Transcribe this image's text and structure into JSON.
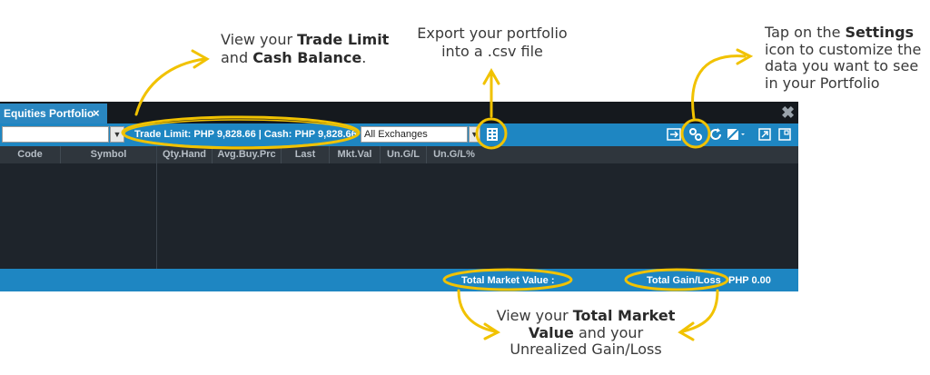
{
  "callouts": {
    "trade": {
      "l1a": "View your ",
      "l1b": "Trade Limit",
      "l2a": "and ",
      "l2b": "Cash Balance",
      "l2c": "."
    },
    "export": {
      "l1": "Export your portfolio",
      "l2": "into a .csv file"
    },
    "settings": {
      "l1a": "Tap on the ",
      "l1b": "Settings",
      "l2": "icon to customize the",
      "l3": "data you want to see",
      "l4": "in your Portfolio"
    },
    "totals": {
      "l1a": "View your ",
      "l1b": "Total Market",
      "l2a": "Value",
      "l2b": " and your",
      "l3": "Unrealized Gain/Loss"
    }
  },
  "app": {
    "tab_label": "Equities Portfolio",
    "tab_close": "×",
    "window_close": "✖",
    "toolbar": {
      "symbol_value": "",
      "trade_limit_text": "Trade Limit:  PHP 9,828.66 | Cash:  PHP 9,828.66",
      "exchange_selected": "All Exchanges"
    },
    "columns": [
      "Code",
      "Symbol",
      "Qty.Hand",
      "Avg.Buy.Prc",
      "Last",
      "Mkt.Val",
      "Un.G/L",
      "Un.G/L%"
    ],
    "footer": {
      "total_market_value_label": "Total Market Value :",
      "total_gain_loss_label": "Total Gain/Loss",
      "total_gain_loss_value": "PHP 0.00"
    }
  },
  "colors": {
    "accent_yellow": "#f1c200",
    "toolbar_blue": "#1e86c2"
  }
}
